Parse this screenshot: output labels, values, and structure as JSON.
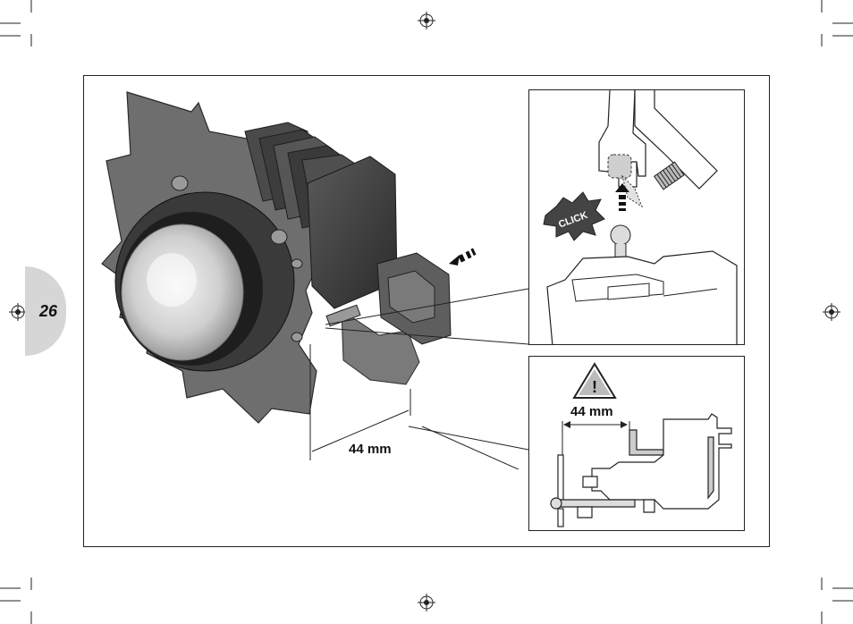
{
  "page": {
    "number": "26"
  },
  "main_figure": {
    "dimension_label": "44 mm"
  },
  "inset_top": {
    "click_label": "CLICK"
  },
  "inset_bottom": {
    "dimension_label": "44 mm",
    "warning_symbol": "!"
  },
  "icons": [
    "registration-mark-icon",
    "warning-triangle-icon",
    "click-burst-icon",
    "arrow-up-icon",
    "arrow-left-icon"
  ]
}
